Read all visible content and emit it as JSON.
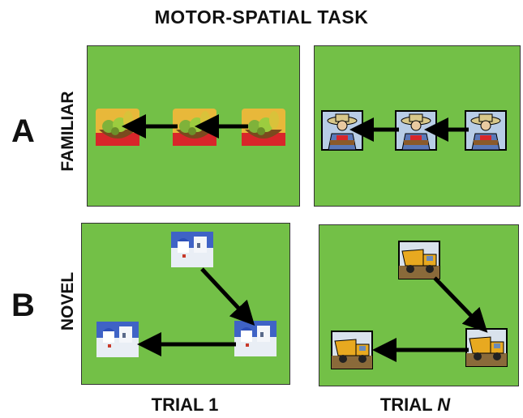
{
  "title": "MOTOR-SPATIAL TASK",
  "rows": [
    {
      "letter": "A",
      "label": "FAMILIAR"
    },
    {
      "letter": "B",
      "label": "NOVEL"
    }
  ],
  "columns": [
    {
      "label": "TRIAL 1",
      "italic_suffix": ""
    },
    {
      "label": "TRIAL ",
      "italic_suffix": "N"
    }
  ],
  "colors": {
    "panel_green": "#73c047",
    "arrow": "#000000"
  },
  "icons": {
    "A1": "fruit-bowl-icon",
    "A2": "farmer-icon",
    "B1": "greek-village-icon",
    "B2": "dump-truck-icon"
  }
}
